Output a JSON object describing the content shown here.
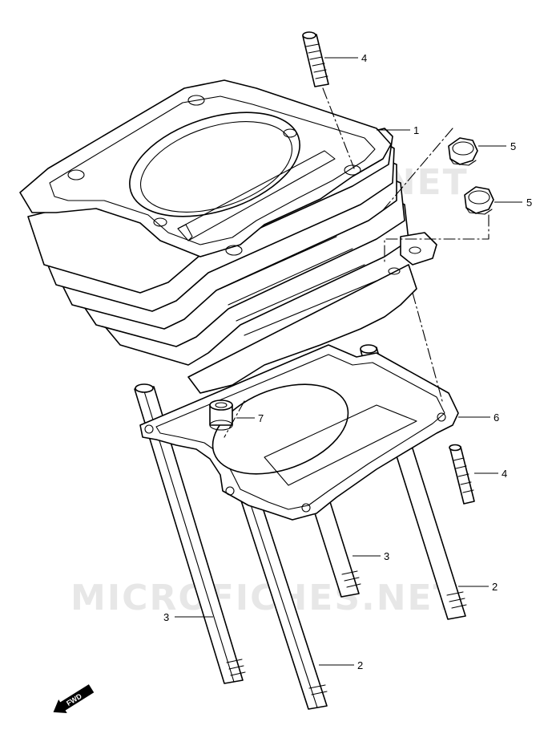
{
  "watermark": "MICROFICHES.NET",
  "forward_label": "FWD",
  "callouts": {
    "cylinder": "1",
    "stud_long": "2",
    "stud_short": "3",
    "stud_top": "4",
    "nut": "5",
    "gasket": "6",
    "dowel_pin": "7"
  }
}
